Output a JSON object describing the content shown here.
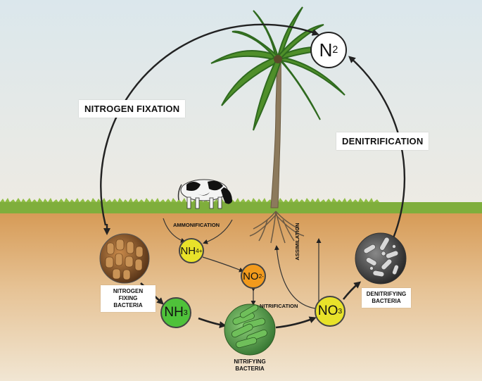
{
  "labels": {
    "nitrogen_fixation": "NITROGEN FIXATION",
    "denitrification": "DENITRIFICATION",
    "ammonification": "AMMONIFICATION",
    "nitrification": "NITRIFICATION",
    "assimilation": "ASSIMILATION",
    "nitrogen_fixing_bacteria_line1": "NITROGEN FIXING",
    "nitrogen_fixing_bacteria_line2": "BACTERIA",
    "nitrifying_bacteria_line1": "NITRIFYING",
    "nitrifying_bacteria_line2": "BACTERIA",
    "denitrifying_bacteria_line1": "DENITRIFYING",
    "denitrifying_bacteria_line2": "BACTERIA"
  },
  "compounds": {
    "n2": {
      "base": "N",
      "sub": "2",
      "sup": "",
      "color": "#ffffff"
    },
    "nh4": {
      "base": "NH",
      "sub": "4",
      "sup": "+",
      "color": "#e8e22a"
    },
    "no2": {
      "base": "NO",
      "sub": "2",
      "sup": "-",
      "color": "#f29a1c"
    },
    "nh3": {
      "base": "NH",
      "sub": "3",
      "sup": "",
      "color": "#4fc23a"
    },
    "no3": {
      "base": "NO",
      "sub": "3",
      "sup": "",
      "color": "#e8e22a"
    }
  },
  "colors": {
    "sky_top": "#dfe9ee",
    "sky_bottom": "#ece8e0",
    "grass": "#7fae3c",
    "soil_top": "#d9a05e",
    "soil_bottom": "#efe3cf",
    "cycle_line": "#222222"
  }
}
